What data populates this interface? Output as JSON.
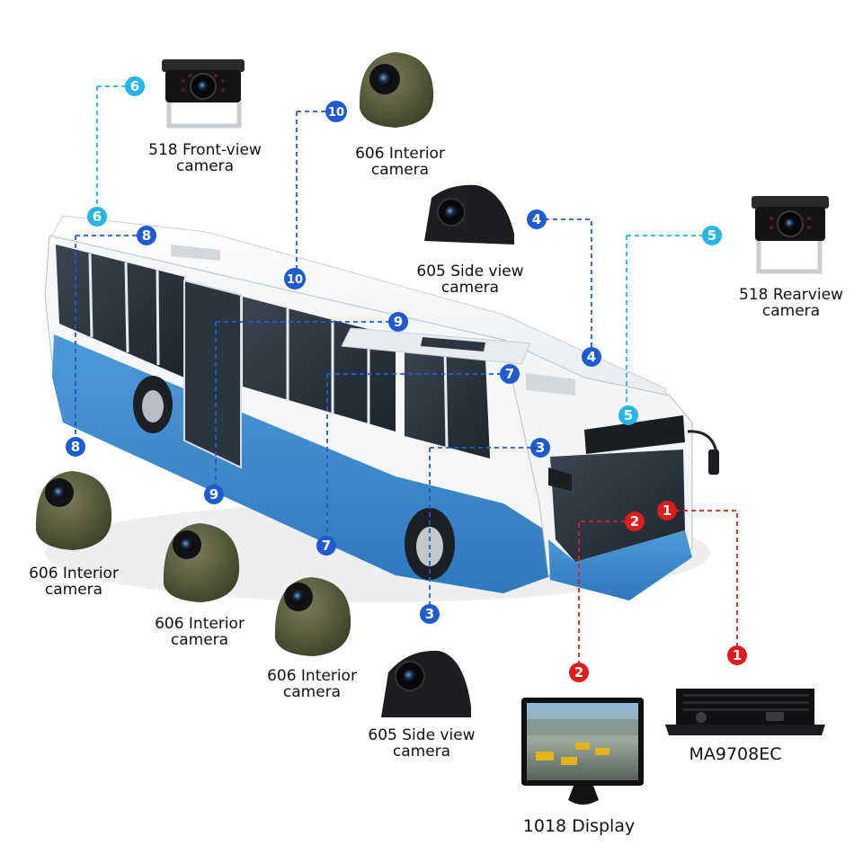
{
  "colors": {
    "blue_marker": "#1f5bd0",
    "cyan_marker": "#27b4e6",
    "red_marker": "#e01b1b",
    "bus_blue": "#3f8fd2",
    "bus_white": "#f4f6f8",
    "camera_olive": "#5a5d3e",
    "camera_black": "#1c1d20"
  },
  "icons": {
    "bullet_camera": "rear-bullet-camera-icon",
    "dome_camera": "dome-camera-icon",
    "side_camera": "side-view-camera-icon",
    "mdvr": "mdvr-recorder-icon",
    "monitor": "display-monitor-icon",
    "bus": "city-bus"
  },
  "labels": {
    "front_view": [
      "518 Front-view",
      "camera"
    ],
    "interior_top": [
      "606 Interior",
      "camera"
    ],
    "side_top": [
      "605 Side view",
      "camera"
    ],
    "rearview": [
      "518 Rearview",
      "camera"
    ],
    "interior_a": [
      "606 Interior",
      "camera"
    ],
    "interior_b": [
      "606 Interior",
      "camera"
    ],
    "interior_c": [
      "606 Interior",
      "camera"
    ],
    "side_bottom": [
      "605 Side view",
      "camera"
    ],
    "display": "1018 Display",
    "recorder": "MA9708EC"
  },
  "markers": {
    "m1": "1",
    "m2": "2",
    "m3": "3",
    "m4": "4",
    "m5": "5",
    "m6": "6",
    "m7": "7",
    "m8": "8",
    "m9": "9",
    "m10": "10"
  }
}
